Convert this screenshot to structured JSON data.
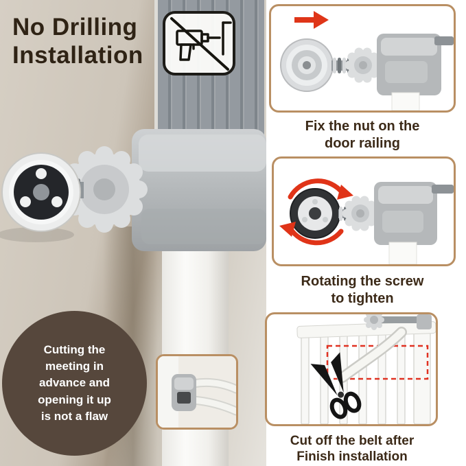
{
  "title": {
    "line1": "No Drilling",
    "line2": "Installation"
  },
  "steps": [
    {
      "caption_line1": "Fix the nut on the",
      "caption_line2": "door railing"
    },
    {
      "caption_line1": "Rotating the screw",
      "caption_line2": "to tighten"
    },
    {
      "caption_line1": "Cut off the belt after",
      "caption_line2": "Finish installation"
    }
  ],
  "note_badge": {
    "lines": [
      "Cutting the",
      "meeting in",
      "advance and",
      "opening it up",
      "is not a flaw"
    ]
  },
  "icons": {
    "no_drill": "no-drilling-allowed",
    "red_arrow": "push-nut-direction",
    "rotate_arrows": "rotate-to-tighten",
    "scissors": "cut-belt"
  },
  "colors": {
    "wall_beige": "#cdc5b9",
    "panel_border": "#b98f63",
    "caption_text": "#3c2a18",
    "badge_background": "#56473c",
    "badge_text": "#ffffff",
    "accent_red": "#e03418",
    "metal_gray": "#b5b8ba",
    "title_text": "#2f2315"
  }
}
